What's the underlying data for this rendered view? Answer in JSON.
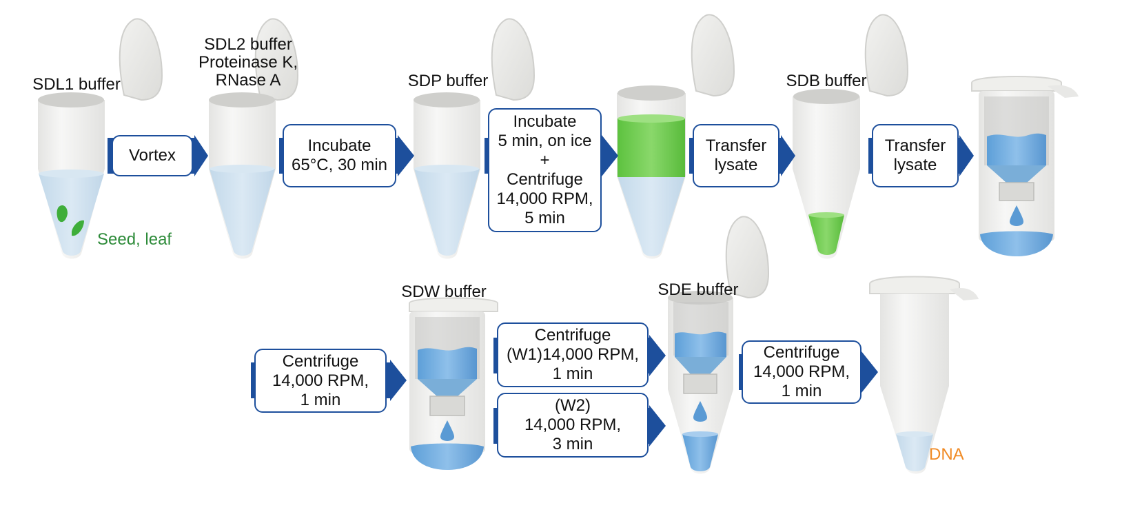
{
  "colors": {
    "accent": "#1d4f9c",
    "seed_text": "#2e8b3a",
    "dna_text": "#f08a24",
    "liquid_blue": "#cfe1ef",
    "liquid_deep": "#6aa8dc",
    "liquid_green": "#6fce4f"
  },
  "labels": {
    "sdl1": "SDL1 buffer",
    "sdl2": "SDL2 buffer\nProteinase K,\nRNase A",
    "sdp": "SDP buffer",
    "sdb": "SDB buffer",
    "sdw": "SDW buffer",
    "sde": "SDE buffer"
  },
  "steps": {
    "vortex": "Vortex",
    "incubate65": "Incubate\n65°C, 30 min",
    "ice_centrifuge": "Incubate\n5 min, on ice\n+\nCentrifuge\n14,000 RPM,\n5 min",
    "transfer1": "Transfer\nlysate",
    "transfer2": "Transfer\nlysate",
    "centrifuge1": "Centrifuge\n14,000 RPM,\n1 min",
    "w1": "Centrifuge\n(W1)14,000 RPM,\n1 min",
    "w2": "(W2)\n14,000 RPM,\n3 min",
    "centrifuge_final": "Centrifuge\n14,000 RPM,\n1 min"
  },
  "notes": {
    "seed_leaf": "Seed, leaf",
    "dna": "DNA"
  },
  "icons": {
    "tube": "microcentrifuge-tube-icon",
    "column": "spin-column-tube-icon",
    "leaf": "leaf-icon",
    "arrow": "process-arrow-icon"
  }
}
